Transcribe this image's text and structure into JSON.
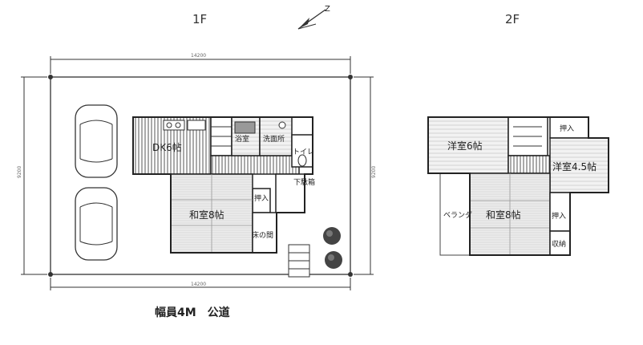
{
  "floors": {
    "first": "1F",
    "second": "2F"
  },
  "dimensions": {
    "top": "14200",
    "bottom": "14200",
    "left": "9200",
    "right": "9200"
  },
  "rooms_1f": {
    "dk": "DK6帖",
    "bath": "浴室",
    "washroom": "洗面所",
    "toilet": "トイレ",
    "storage": "下駄箱",
    "closet": "押入",
    "washitsu": "和室8帖",
    "tokonoma": "床の間"
  },
  "rooms_2f": {
    "western6": "洋室6帖",
    "closet_top": "押入",
    "western45": "洋室4.5帖",
    "veranda": "ベランダ",
    "washitsu": "和室8帖",
    "closet_right": "押入",
    "storage": "収納"
  },
  "road": "幅員4M　公道",
  "north_icon": "north-arrow",
  "colors": {
    "line": "#222222",
    "tree": "#444444"
  }
}
